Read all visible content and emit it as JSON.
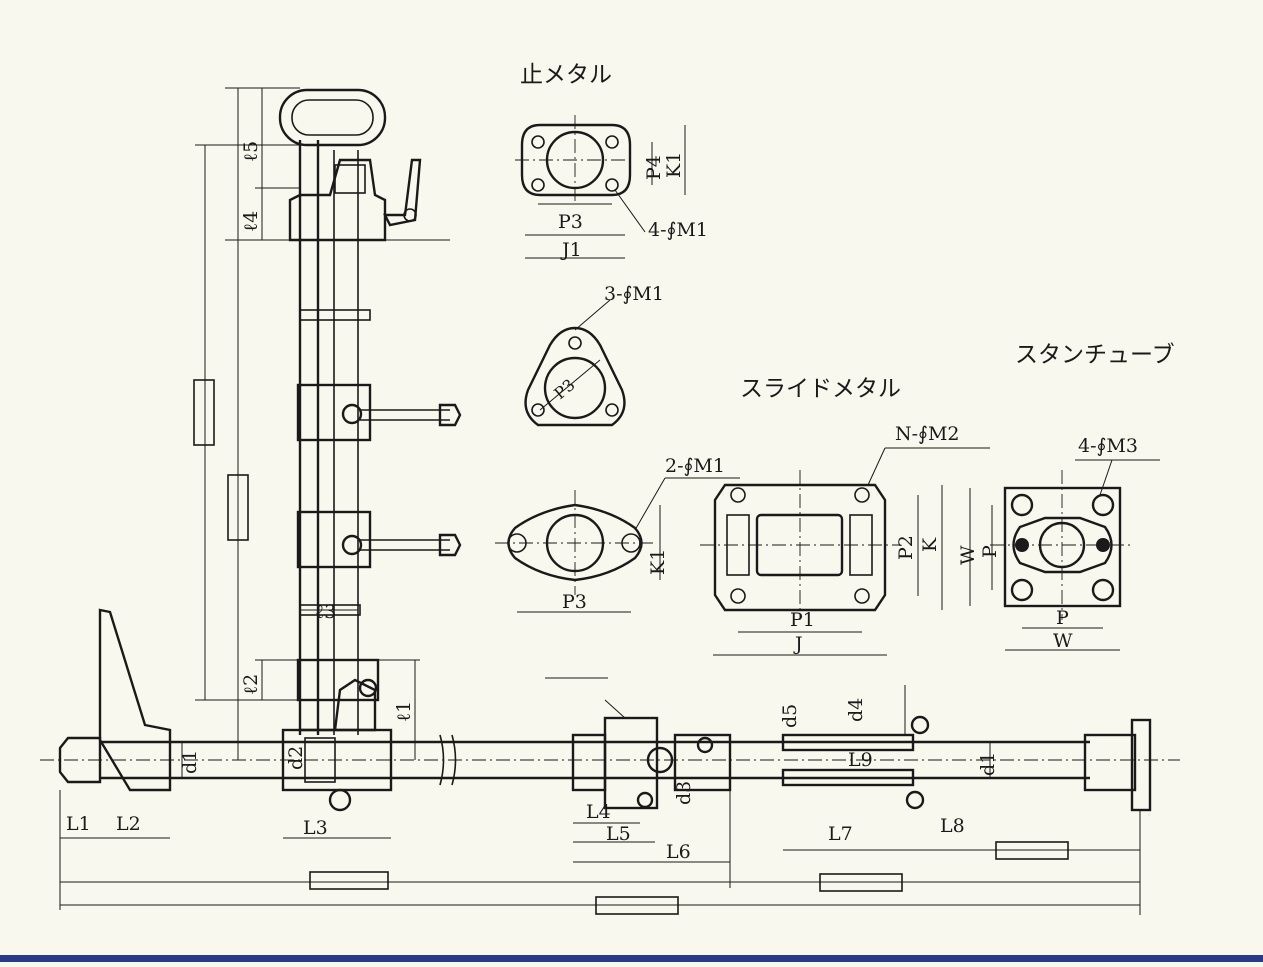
{
  "titles": {
    "stop_metal": "止メタル",
    "slide_metal": "スライドメタル",
    "stern_tube": "スタンチューブ"
  },
  "labels": {
    "l5": "ℓ5",
    "l4": "ℓ4",
    "l3": "ℓ3",
    "l2": "ℓ2",
    "l1": "ℓ1",
    "L1": "L1",
    "L2": "L2",
    "L3": "L3",
    "L4": "L4",
    "L5": "L5",
    "L6": "L6",
    "L7": "L7",
    "L8": "L8",
    "L9": "L9",
    "d1a": "d1",
    "d1b": "d1",
    "d2": "d2",
    "d3": "d3",
    "d4": "d4",
    "d5": "d5",
    "P3a": "P3",
    "P3b": "P3",
    "P4": "P4",
    "K1a": "K1",
    "K1b": "K1",
    "J1": "J1",
    "P1": "P1",
    "J": "J",
    "P2": "P2",
    "K": "K",
    "Pv": "P",
    "Wv": "W",
    "Ph": "P",
    "Wh": "W",
    "P3r": "P3"
  },
  "callouts": {
    "stop_holes": "4-∮M1",
    "tri_holes": "3-∮M1",
    "oval_holes": "2-∮M1",
    "slide_holes": "N-∮M2",
    "stern_holes": "4-∮M3"
  },
  "colors": {
    "paper": "#f8f8ee",
    "ink": "#1a1a1a",
    "bottom_rule": "#2a3a8a"
  }
}
